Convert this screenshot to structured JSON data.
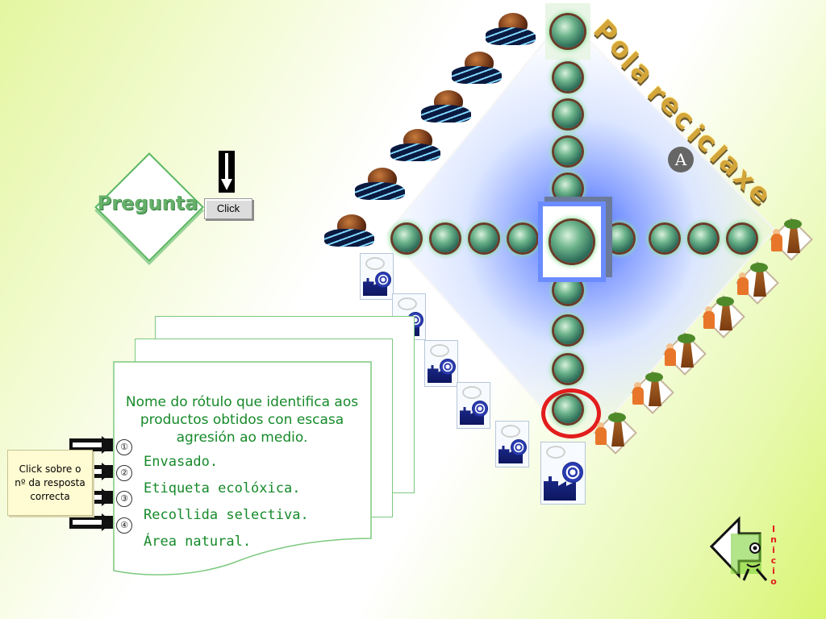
{
  "title": "Pola reciclaxe",
  "pregunta": {
    "label": "Pregunta",
    "click_label": "Click"
  },
  "question": {
    "text": "Nome do rótulo que identifica aos productos obtidos con escasa agresión ao medio."
  },
  "options": [
    {
      "num": "①",
      "label": "Envasado."
    },
    {
      "num": "②",
      "label": "Etiqueta ecolóxica."
    },
    {
      "num": "③",
      "label": "Recollida selectiva."
    },
    {
      "num": "④",
      "label": "Área natural."
    }
  ],
  "hint": "Click sobre o nº da resposta correcta",
  "home": {
    "label": "Inicio"
  },
  "cursor_glyph": "A",
  "icons": {
    "globe": "globe-in-hands-icon",
    "oil": "oil-spill-icon",
    "factory": "factory-pollution-icon",
    "tree": "tree-cutting-icon"
  },
  "colors": {
    "text_green": "#168a2a",
    "highlight_ring": "#e31d1d",
    "frame_blue": "#6b8cff"
  }
}
